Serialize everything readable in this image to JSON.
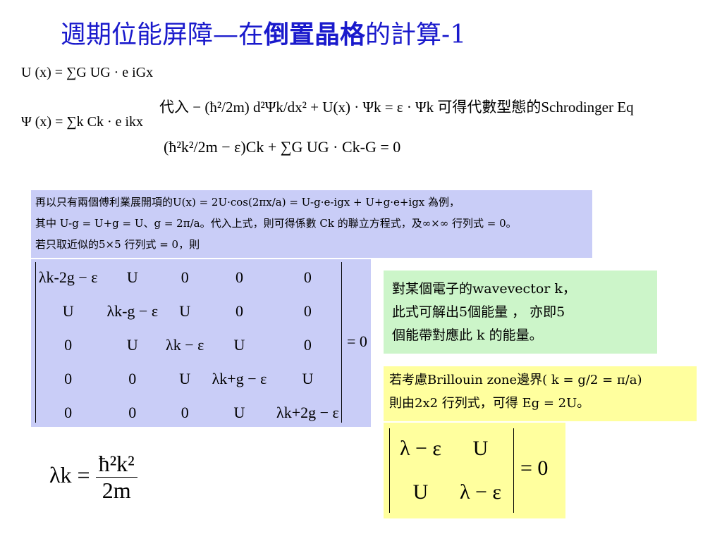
{
  "title": {
    "prefix": "週期位能屏障—在",
    "bold": "倒置晶格",
    "suffix": "的計算-1"
  },
  "equations": {
    "potential": "U (x) = ∑G UG · e iGx",
    "wavefunction": "Ψ (x) = ∑k Ck · e ikx",
    "substitution": "代入  − (ħ²/2m) d²Ψk/dx² + U(x) · Ψk = ε · Ψk  可得代數型態的Schrodinger Eq",
    "algebraic": "(ħ²k²/2m − ε)Ck + ∑G UG · Ck-G = 0"
  },
  "paragraph": {
    "line1": "再以只有兩個傅利業展開項的U(x) = 2U·cos(2πx/a) = U-g·e-igx + U+g·e+igx 為例，",
    "line2": "其中 U-g = U+g = U、g = 2π/a。代入上式，則可得係數 Ck 的聯立方程式，及∞×∞ 行列式 = 0。",
    "line3": "若只取近似的5×5 行列式 = 0，則"
  },
  "matrix5": {
    "rows": [
      [
        "λk-2g − ε",
        "U",
        "0",
        "0",
        "0"
      ],
      [
        "U",
        "λk-g − ε",
        "U",
        "0",
        "0"
      ],
      [
        "0",
        "U",
        "λk − ε",
        "U",
        "0"
      ],
      [
        "0",
        "0",
        "U",
        "λk+g − ε",
        "U"
      ],
      [
        "0",
        "0",
        "0",
        "U",
        "λk+2g − ε"
      ]
    ],
    "equals": "= 0"
  },
  "note_green": {
    "line1": "對某個電子的wavevector  k，",
    "line2": "此式可解出5個能量 ， 亦即5",
    "line3": "個能帶對應此 k 的能量。"
  },
  "note_yellow": {
    "line1": "若考慮Brillouin zone邊界( k = g/2 = π/a)",
    "line2": "則由2x2 行列式，可得 Eg = 2U。"
  },
  "matrix2": {
    "rows": [
      [
        "λ − ε",
        "U"
      ],
      [
        "U",
        "λ − ε"
      ]
    ],
    "equals": "= 0"
  },
  "lambda_def": {
    "lhs": "λk =",
    "numerator": "ħ²k²",
    "denominator": "2m"
  },
  "colors": {
    "title": "#1a1acc",
    "blue_box": "#c9cdf7",
    "green_box": "#ccf5c9",
    "yellow_box": "#ffff9e"
  }
}
